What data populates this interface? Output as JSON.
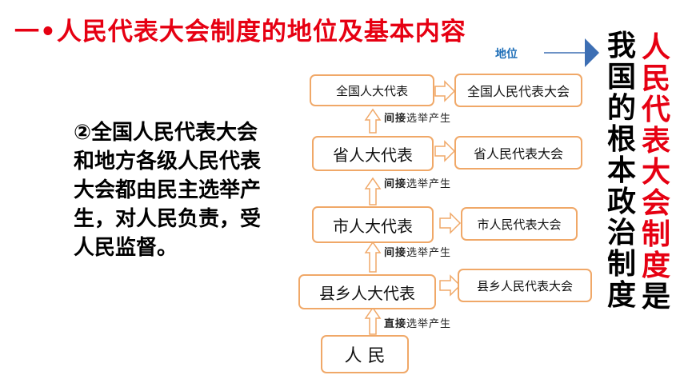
{
  "title": "一•人民代表大会制度的地位及基本内容",
  "position_label": "地位",
  "body_text": "②全国人民代表大会和地方各级人民代表大会都由民主选举产生，对人民负责，受人民监督。",
  "levels": [
    {
      "rep": "全国人大代表",
      "congress": "全国人民代表大会"
    },
    {
      "rep": "省人大代表",
      "congress": "省人民代表大会"
    },
    {
      "rep": "市人大代表",
      "congress": "市人民代表大会"
    },
    {
      "rep": "县乡人大代表",
      "congress": "县乡人民代表大会"
    }
  ],
  "people": "人  民",
  "election_notes": [
    {
      "type": "间接",
      "suffix": "选举产生"
    },
    {
      "type": "间接",
      "suffix": "选举产生"
    },
    {
      "type": "间接",
      "suffix": "选举产生"
    },
    {
      "type": "直接",
      "suffix": "选举产生"
    }
  ],
  "vertical_red": "人民代表大会制度",
  "vertical_black_start": "我国的根本政治制度",
  "vertical_black_end": "是"
}
